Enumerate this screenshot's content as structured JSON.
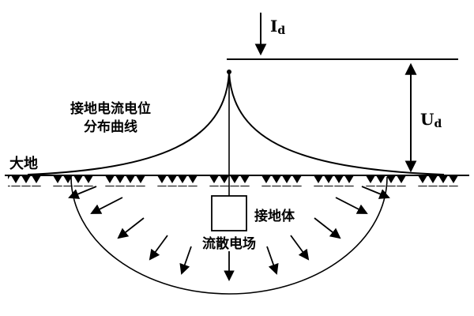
{
  "diagram": {
    "curve_label_line1": "接地电流电位",
    "curve_label_line2": "分布曲线",
    "ground_label": "大地",
    "electrode_label": "接地体",
    "field_label": "流散电场",
    "current_symbol": {
      "main": "I",
      "sub": "d"
    },
    "voltage_symbol": {
      "main": "U",
      "sub": "d"
    },
    "colors": {
      "line": "#000000",
      "background": "#ffffff"
    }
  }
}
